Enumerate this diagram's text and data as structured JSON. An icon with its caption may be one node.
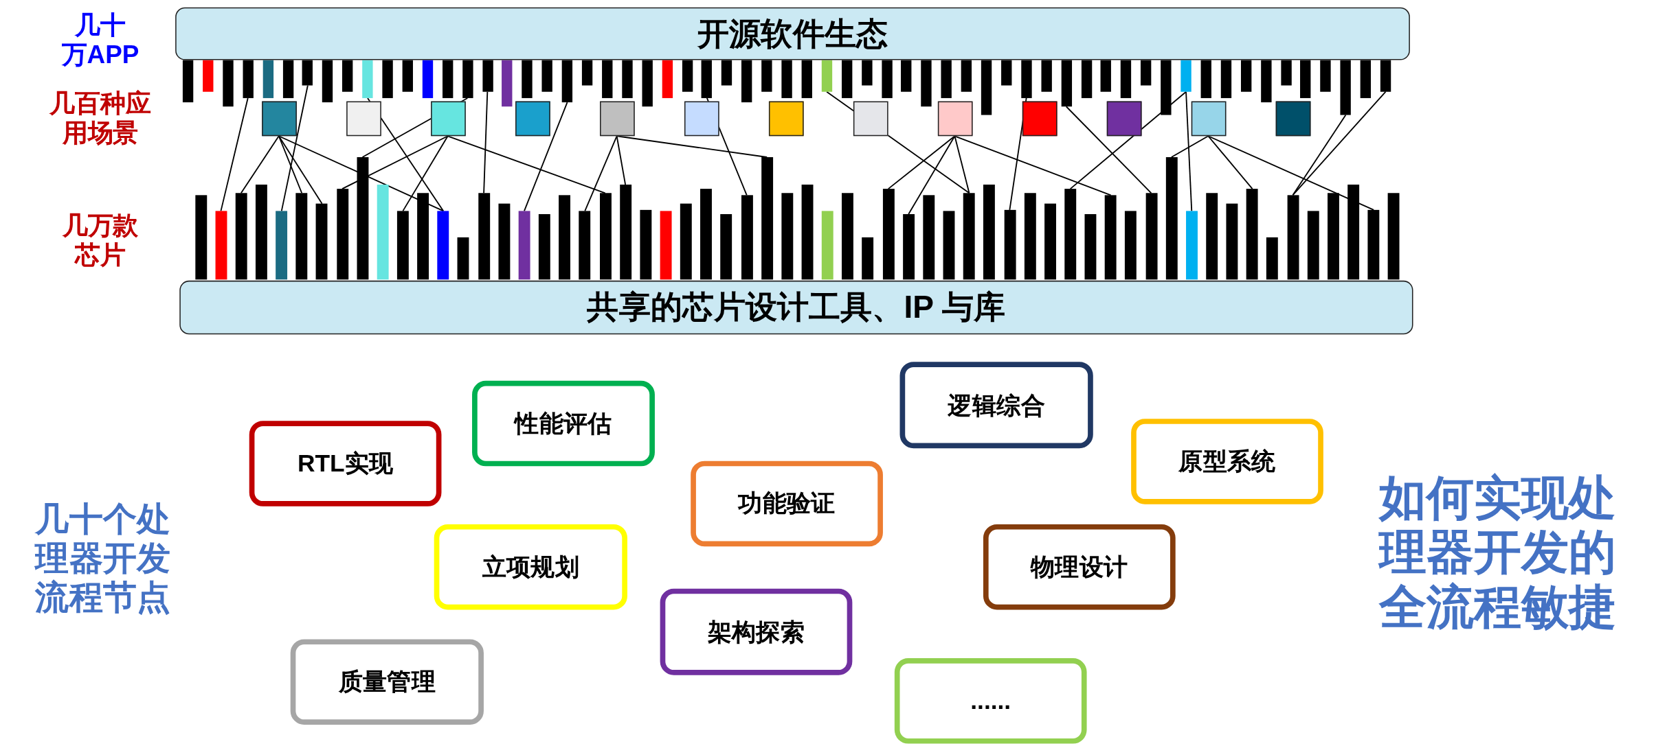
{
  "diagram": {
    "nodes": [
      {
        "text": [
          "开源软件生态"
        ]
      },
      {
        "text": [],
        "shape": "bar"
      },
      {
        "text": [],
        "shape": "bar"
      },
      {
        "text": [],
        "shape": "bar"
      },
      {
        "text": [],
        "shape": "bar"
      },
      {
        "text": [],
        "shape": "bar"
      },
      {
        "text": [],
        "shape": "bar"
      },
      {
        "text": [],
        "shape": "bar"
      },
      {
        "text": [],
        "shape": "bar"
      },
      {
        "text": [],
        "shape": "bar"
      },
      {
        "text": [],
        "shape": "bar"
      },
      {
        "text": [],
        "shape": "bar"
      },
      {
        "text": [],
        "shape": "bar"
      },
      {
        "text": [],
        "shape": "bar"
      },
      {
        "text": [],
        "shape": "box"
      },
      {
        "text": [],
        "shape": "box"
      },
      {
        "text": [],
        "shape": "box"
      },
      {
        "text": [],
        "shape": "box"
      },
      {
        "text": [],
        "shape": "box"
      },
      {
        "text": [],
        "shape": "box"
      },
      {
        "text": [],
        "shape": "box"
      },
      {
        "text": [],
        "shape": "box"
      },
      {
        "text": [],
        "shape": "box"
      },
      {
        "text": [],
        "shape": "box"
      },
      {
        "text": [],
        "shape": "box"
      },
      {
        "text": [],
        "shape": "box"
      },
      {
        "text": [],
        "shape": "box"
      },
      {
        "text": [],
        "shape": "bar"
      },
      {
        "text": [],
        "shape": "bar"
      },
      {
        "text": [],
        "shape": "bar"
      },
      {
        "text": [],
        "shape": "bar"
      },
      {
        "text": [],
        "shape": "bar"
      },
      {
        "text": [],
        "shape": "bar"
      },
      {
        "text": [],
        "shape": "bar"
      },
      {
        "text": [],
        "shape": "bar"
      },
      {
        "text": [],
        "shape": "bar"
      },
      {
        "text": [],
        "shape": "bar"
      },
      {
        "text": [],
        "shape": "bar"
      },
      {
        "text": [],
        "shape": "bar"
      },
      {
        "text": [],
        "shape": "bar"
      },
      {
        "text": [],
        "shape": "bar"
      },
      {
        "text": [],
        "shape": "bar"
      },
      {
        "text": [],
        "shape": "bar"
      },
      {
        "text": [],
        "shape": "bar"
      },
      {
        "text": [],
        "shape": "bar"
      },
      {
        "text": [],
        "shape": "bar"
      },
      {
        "text": [],
        "shape": "bar"
      },
      {
        "text": [],
        "shape": "bar"
      },
      {
        "text": [],
        "shape": "bar"
      },
      {
        "text": [],
        "shape": "bar"
      },
      {
        "text": [],
        "shape": "bar"
      },
      {
        "text": [],
        "shape": "bar"
      },
      {
        "text": [],
        "shape": "bar"
      },
      {
        "text": [],
        "shape": "bar"
      },
      {
        "text": [],
        "shape": "bar"
      },
      {
        "text": [
          "共享的芯片设计工具、IP 与库"
        ]
      },
      {
        "text": [
          "逻辑综合"
        ]
      },
      {
        "text": [
          "性能评估"
        ]
      },
      {
        "text": [
          "原型系统"
        ]
      },
      {
        "text": [
          "RTL实现"
        ]
      },
      {
        "text": [
          "功能验证"
        ]
      },
      {
        "text": [
          "立项规划"
        ]
      },
      {
        "text": [
          "物理设计"
        ]
      },
      {
        "text": [
          "架构探索"
        ]
      },
      {
        "text": [
          "质量管理"
        ]
      },
      {
        "text": [
          "......"
        ]
      }
    ],
    "edges": [
      {
        "from": 1,
        "to": 27,
        "arrow": "none"
      },
      {
        "from": 2,
        "to": 29,
        "arrow": "none"
      },
      {
        "from": 3,
        "to": 35,
        "arrow": "none"
      },
      {
        "from": 4,
        "to": 33,
        "arrow": "none"
      },
      {
        "from": 5,
        "to": 36,
        "arrow": "none"
      },
      {
        "from": 6,
        "to": 37,
        "arrow": "none"
      },
      {
        "from": 7,
        "to": 41,
        "arrow": "none"
      },
      {
        "from": 8,
        "to": 45,
        "arrow": "none"
      },
      {
        "from": 9,
        "to": 46,
        "arrow": "none"
      },
      {
        "from": 10,
        "to": 49,
        "arrow": "none"
      },
      {
        "from": 11,
        "to": 47,
        "arrow": "none"
      },
      {
        "from": 11,
        "to": 51,
        "arrow": "none"
      },
      {
        "from": 12,
        "to": 53,
        "arrow": "none"
      },
      {
        "from": 13,
        "to": 53,
        "arrow": "none"
      },
      {
        "from": 14,
        "to": 28,
        "arrow": "none"
      },
      {
        "from": 14,
        "to": 30,
        "arrow": "none"
      },
      {
        "from": 14,
        "to": 31,
        "arrow": "none"
      },
      {
        "from": 14,
        "to": 35,
        "arrow": "none"
      },
      {
        "from": 16,
        "to": 32,
        "arrow": "none"
      },
      {
        "from": 16,
        "to": 34,
        "arrow": "none"
      },
      {
        "from": 16,
        "to": 39,
        "arrow": "none"
      },
      {
        "from": 18,
        "to": 38,
        "arrow": "none"
      },
      {
        "from": 18,
        "to": 40,
        "arrow": "none"
      },
      {
        "from": 18,
        "to": 42,
        "arrow": "none"
      },
      {
        "from": 22,
        "to": 43,
        "arrow": "none"
      },
      {
        "from": 22,
        "to": 44,
        "arrow": "none"
      },
      {
        "from": 22,
        "to": 45,
        "arrow": "none"
      },
      {
        "from": 22,
        "to": 48,
        "arrow": "none"
      },
      {
        "from": 25,
        "to": 50,
        "arrow": "none"
      },
      {
        "from": 25,
        "to": 52,
        "arrow": "none"
      },
      {
        "from": 25,
        "to": 54,
        "arrow": "none"
      }
    ],
    "labels": [
      "几十万APP",
      "几百种应用场景",
      "几万款芯片",
      "几十个处理器开发流程节点",
      "如何实现处理器开发的全流程敏捷"
    ]
  }
}
